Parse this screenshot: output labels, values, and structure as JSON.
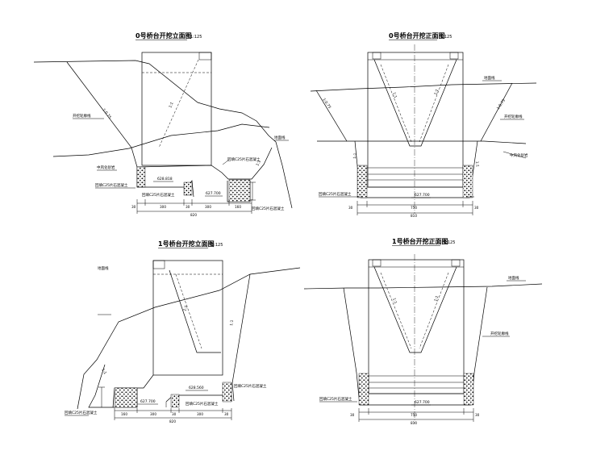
{
  "views": [
    {
      "title": "0号桥台开挖立面图",
      "scale": "1:125",
      "labels": {
        "slope_top": "1:0.75",
        "slope_face": "开挖轮廓线",
        "bedrock": "中风化砂岩",
        "ground": "地面线",
        "slope_right": "1:1",
        "backfill_left": "回填C25片石混凝土",
        "backfill_right": "回填C25片石混凝土",
        "elev_left": "628.818",
        "elev_right": "627.700",
        "abut_slope": "1:1"
      },
      "dims": [
        "30",
        "300",
        "30",
        "300",
        "160",
        "820"
      ]
    },
    {
      "title": "0号桥台开挖正面图",
      "scale": "1:125",
      "labels": {
        "ground": "地面线",
        "slope_left": "1:0.75",
        "slope_right": "1:0.75",
        "slope_face": "开挖轮廓线",
        "bedrock": "中风化砂岩",
        "backfill": "回填C25片石混凝土",
        "elev": "627.700",
        "abut_slope_l": "1:1",
        "abut_slope_r": "1:1",
        "side_l": "1:1",
        "side_r": "1:1"
      },
      "dims": [
        "30",
        "750",
        "30",
        "810"
      ]
    },
    {
      "title": "1号桥台开挖立面图",
      "scale": "1:125",
      "labels": {
        "ground": "地面线",
        "abut_slope": "1:1",
        "slope_left": "1:1",
        "slope_right": "1:1",
        "backfill_left": "回填C25片石混凝土",
        "backfill_right": "回填C25片石混凝土",
        "backfill_mid": "回填C25片石混凝土",
        "elev_left": "627.700",
        "elev_right": "628.560"
      },
      "dims": [
        "160",
        "300",
        "30",
        "300",
        "30",
        "820"
      ]
    },
    {
      "title": "1号桥台开挖正面图",
      "scale": "1:125",
      "labels": {
        "ground": "地面线",
        "slope_face": "开挖轮廓线",
        "backfill": "回填C25片石混凝土",
        "elev": "627.700",
        "abut_slope_l": "1:1",
        "abut_slope_r": "1:1"
      },
      "dims": [
        "30",
        "750",
        "30",
        "810"
      ]
    }
  ]
}
